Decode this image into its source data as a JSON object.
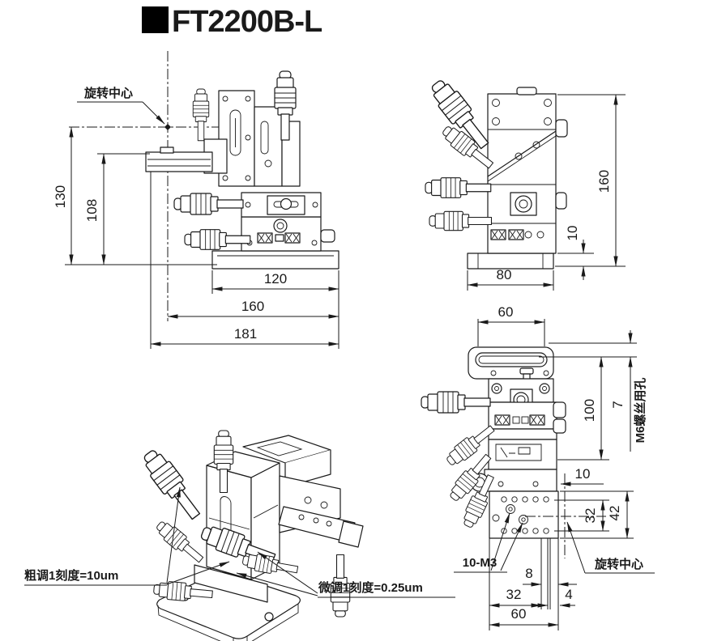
{
  "title": "FT2200B-L",
  "colors": {
    "line": "#1a1a1a",
    "background": "#ffffff"
  },
  "labels": {
    "rotation_center_front": "旋转中心",
    "rotation_center_top": "旋转中心",
    "m6_screw_hole": "M6螺丝用孔",
    "mounting_holes": "10-M3",
    "coarse_adjust": "粗调1刻度=10um",
    "fine_adjust": "微调1刻度=0.25um"
  },
  "dims": {
    "front": {
      "h130": "130",
      "h108": "108",
      "w120": "120",
      "w160": "160",
      "w181": "181"
    },
    "side": {
      "h160": "160",
      "t10": "10",
      "w80": "80"
    },
    "top": {
      "w60": "60",
      "h100": "100",
      "d7": "7",
      "d10": "10",
      "h32": "32",
      "h42": "42",
      "b8": "8",
      "b32": "32",
      "b4": "4",
      "b60": "60"
    }
  }
}
